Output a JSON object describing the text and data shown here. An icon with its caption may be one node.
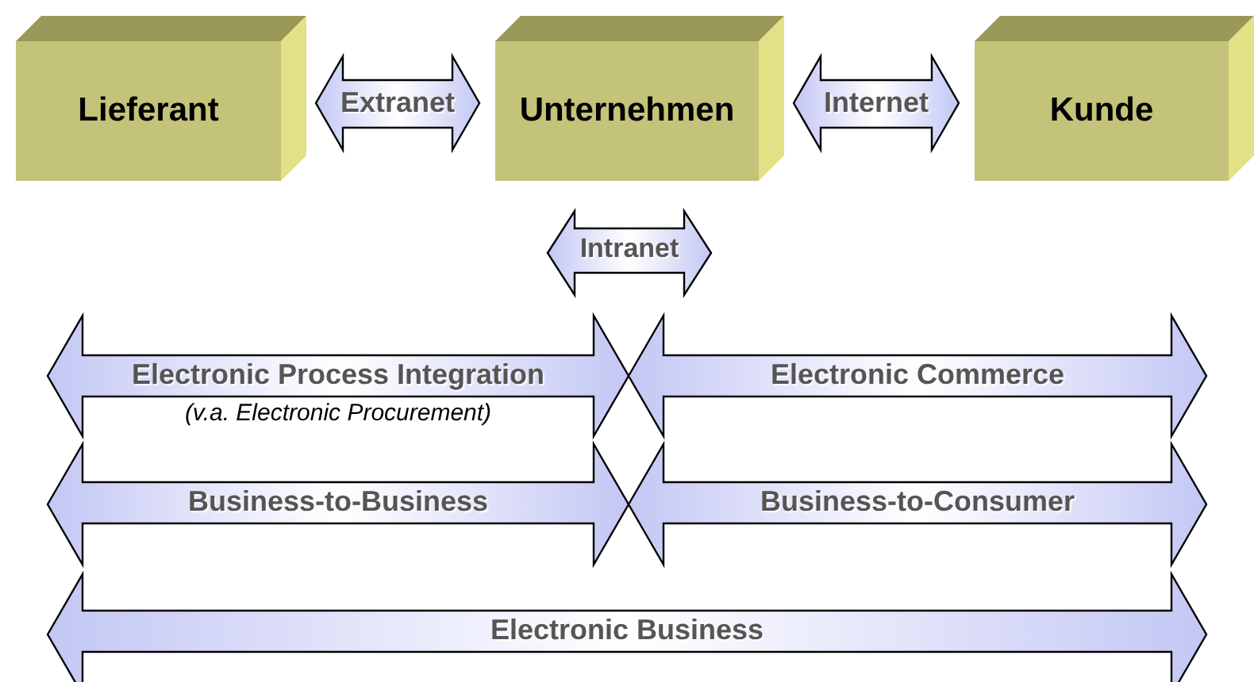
{
  "diagram": {
    "nodes": [
      {
        "text": [
          "Lieferant"
        ]
      },
      {
        "text": [
          "Unternehmen"
        ]
      },
      {
        "text": [
          "Kunde"
        ]
      },
      {
        "text": [
          "Intranet"
        ]
      },
      {
        "text": [
          "Electronic Process Integration",
          "(v.a. Electronic Procurement)"
        ]
      },
      {
        "text": [
          "Electronic Commerce"
        ]
      },
      {
        "text": [
          "Business-to-Business"
        ]
      },
      {
        "text": [
          "Business-to-Consumer"
        ]
      },
      {
        "text": [
          "Electronic Business"
        ]
      }
    ],
    "edges": [
      {
        "from": 0,
        "to": 1,
        "arrow": "both",
        "label": "Extranet"
      },
      {
        "from": 1,
        "to": 2,
        "arrow": "both",
        "label": "Internet"
      }
    ]
  }
}
